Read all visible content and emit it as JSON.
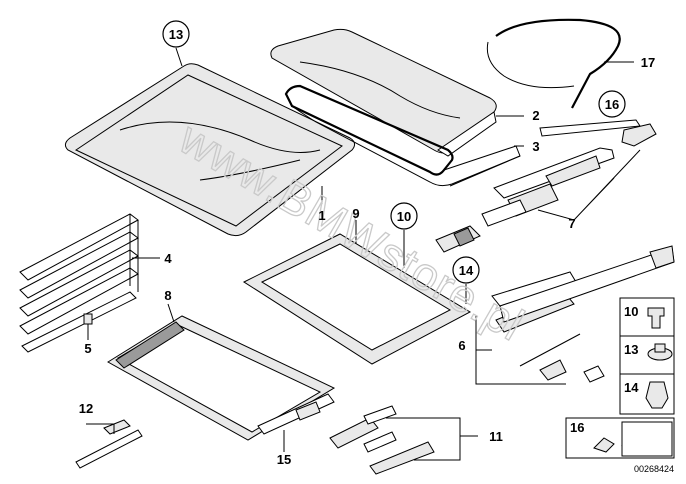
{
  "diagram": {
    "watermark": "www.BMWstore.pl",
    "diagram_number": "00268424",
    "part_labels": {
      "p1": "1",
      "p2": "2",
      "p3": "3",
      "p4": "4",
      "p5": "5",
      "p6": "6",
      "p7": "7",
      "p8": "8",
      "p9": "9",
      "p11": "11",
      "p12": "12",
      "p15": "15",
      "p17": "17"
    },
    "circled_labels": {
      "c13": "13",
      "c16": "16",
      "c10": "10",
      "c14": "14"
    },
    "legend": {
      "l10": "10",
      "l13": "13",
      "l14": "14",
      "l16": "16"
    }
  }
}
